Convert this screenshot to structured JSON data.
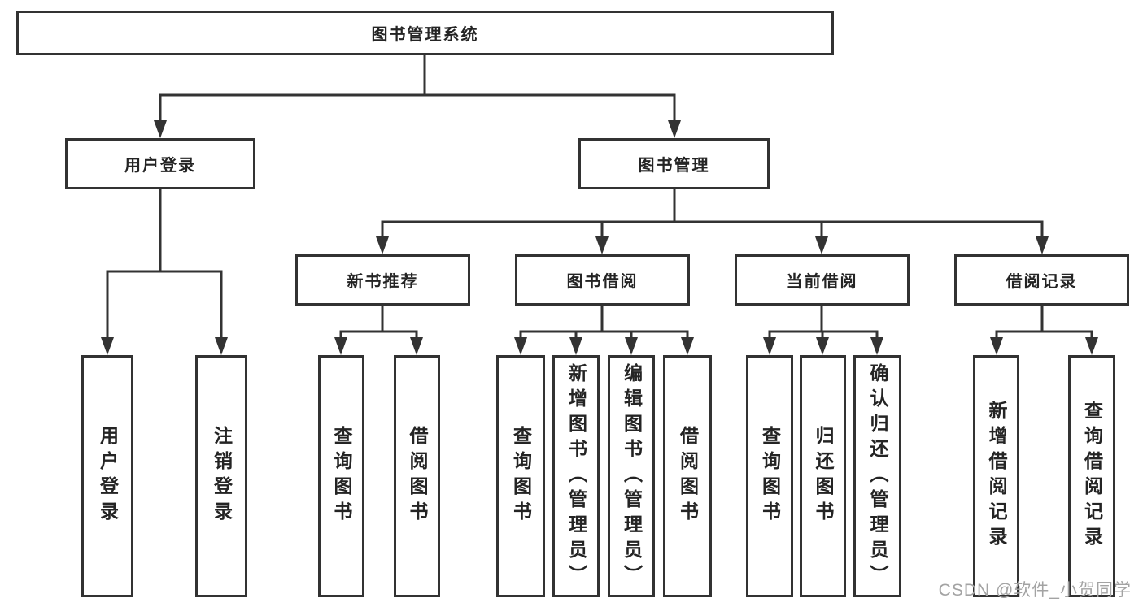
{
  "diagram": {
    "title": "图书管理系统",
    "tree": {
      "root": {
        "label": "图书管理系统"
      },
      "branches": [
        {
          "label": "用户登录",
          "children": [
            "用户登录",
            "注销登录"
          ]
        },
        {
          "label": "图书管理"
        }
      ],
      "modules": [
        {
          "label": "新书推荐",
          "children": [
            "查询图书",
            "借阅图书"
          ]
        },
        {
          "label": "图书借阅",
          "children": [
            "查询图书",
            "新增图书（管理员）",
            "编辑图书（管理员）",
            "借阅图书"
          ]
        },
        {
          "label": "当前借阅",
          "children": [
            "查询图书",
            "归还图书",
            "确认归还（管理员）"
          ]
        },
        {
          "label": "借阅记录",
          "children": [
            "新增借阅记录",
            "查询借阅记录"
          ]
        }
      ]
    },
    "colors": {
      "line": "#333333",
      "box_border": "#323232",
      "box_fill": "#ffffff",
      "text": "#242424",
      "background": "#ffffff",
      "watermark": "#a3a3a3"
    }
  },
  "watermark": {
    "text": "CSDN @软件_小贺同学"
  }
}
